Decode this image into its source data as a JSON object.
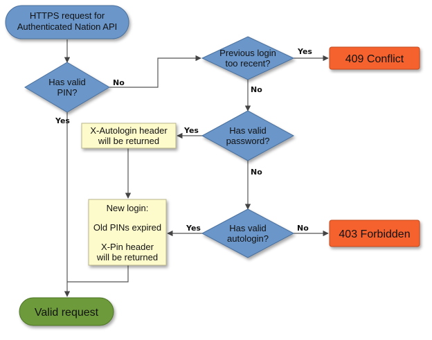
{
  "nodes": {
    "start": [
      "HTTPS request for",
      "Authenticated Nation API"
    ],
    "has_pin": [
      "Has valid",
      "PIN?"
    ],
    "prev_login": [
      "Previous login",
      "too recent?"
    ],
    "conflict": "409 Conflict",
    "has_password": [
      "Has valid",
      "password?"
    ],
    "autologin_header": [
      "X-Autologin header",
      "will be returned"
    ],
    "has_autologin": [
      "Has valid",
      "autologin?"
    ],
    "forbidden": "403 Forbidden",
    "new_login": [
      "New login:",
      "Old PINs expired",
      "X-Pin header",
      "will be returned"
    ],
    "valid": "Valid request"
  },
  "edges": {
    "pin_no": "No",
    "pin_yes": "Yes",
    "prev_yes": "Yes",
    "prev_no": "No",
    "pass_yes": "Yes",
    "pass_no": "No",
    "auto_yes": "Yes",
    "auto_no": "No"
  },
  "colors": {
    "decision": "#6b96c9",
    "terminal_start": "#6b96c9",
    "error": "#f5622d",
    "success": "#6d9a3b",
    "process": "#fdfbcc"
  }
}
